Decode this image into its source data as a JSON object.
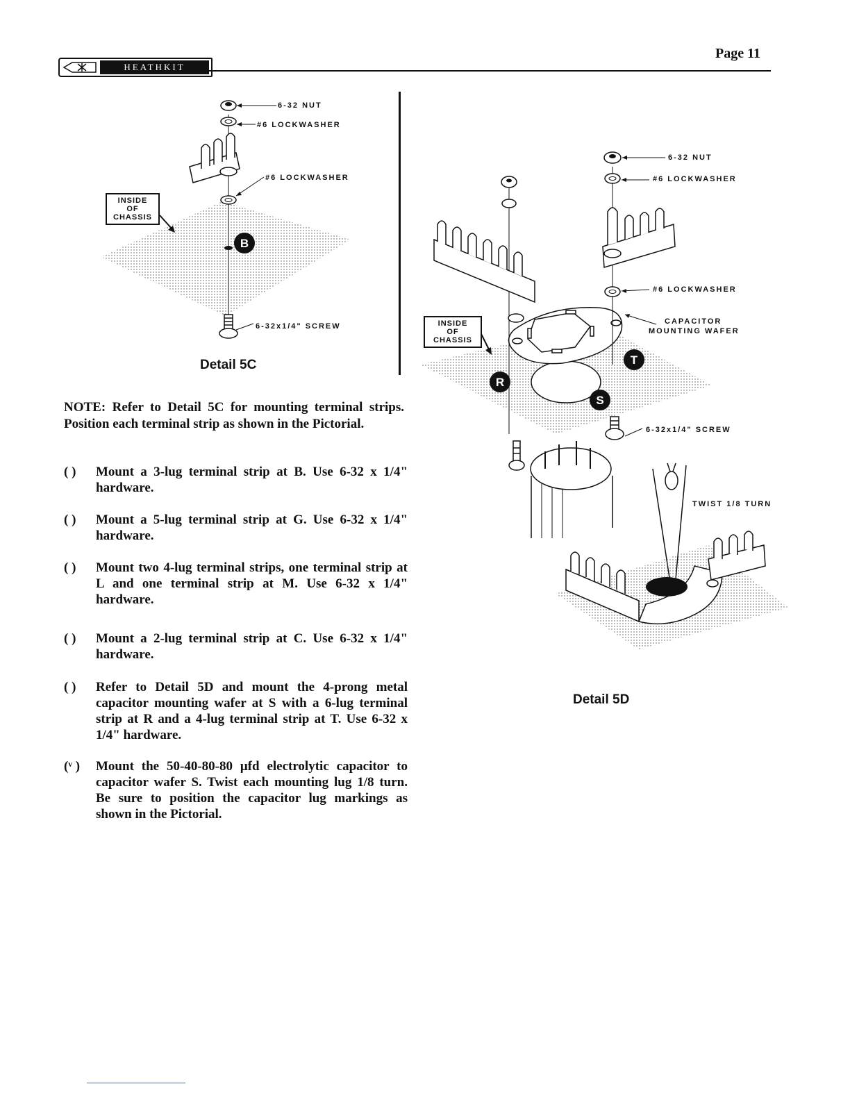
{
  "header": {
    "brand": "HEATHKIT",
    "page_label": "Page 11"
  },
  "detail_5c": {
    "caption": "Detail 5C",
    "labels": {
      "nut": "6-32 NUT",
      "lockwasher_top": "#6 LOCKWASHER",
      "lockwasher_mid": "#6 LOCKWASHER",
      "screw": "6-32x1/4\" SCREW",
      "inside": "INSIDE",
      "of": "OF",
      "chassis": "CHASSIS",
      "point_b": "B"
    }
  },
  "detail_5d": {
    "caption": "Detail 5D",
    "labels": {
      "nut": "6-32 NUT",
      "lockwasher_top": "#6 LOCKWASHER",
      "lockwasher_mid": "#6 LOCKWASHER",
      "capacitor": "CAPACITOR",
      "mounting_wafer": "MOUNTING WAFER",
      "screw": "6-32x1/4\" SCREW",
      "twist": "TWIST 1/8 TURN",
      "inside": "INSIDE",
      "of": "OF",
      "chassis": "CHASSIS",
      "point_r": "R",
      "point_s": "S",
      "point_t": "T"
    }
  },
  "note": "NOTE: Refer to Detail 5C for mounting terminal strips. Position each terminal strip as shown in the Pictorial.",
  "steps": [
    {
      "check": "( )",
      "text": "Mount a 3-lug terminal strip at B. Use 6-32 x 1/4\" hardware."
    },
    {
      "check": "( )",
      "text": "Mount a 5-lug terminal strip at G. Use 6-32 x 1/4\" hardware."
    },
    {
      "check": "( )",
      "text": "Mount two 4-lug terminal strips, one terminal strip at L and one terminal strip at M. Use 6-32 x 1/4\" hardware."
    },
    {
      "check": "( )",
      "text": "Mount a 2-lug terminal strip at C. Use 6-32 x 1/4\" hardware."
    },
    {
      "check": "( )",
      "text": "Refer to Detail 5D and mount the 4-prong metal capacitor mounting wafer at S with a 6-lug terminal strip at R and a 4-lug terminal strip at T. Use 6-32 x 1/4\" hardware."
    },
    {
      "check": "(ᵛ )",
      "text": "Mount the 50-40-80-80 μfd electrolytic capacitor to capacitor wafer S. Twist each mounting lug 1/8 turn. Be sure to position the capacitor lug markings as shown in the Pictorial."
    }
  ]
}
